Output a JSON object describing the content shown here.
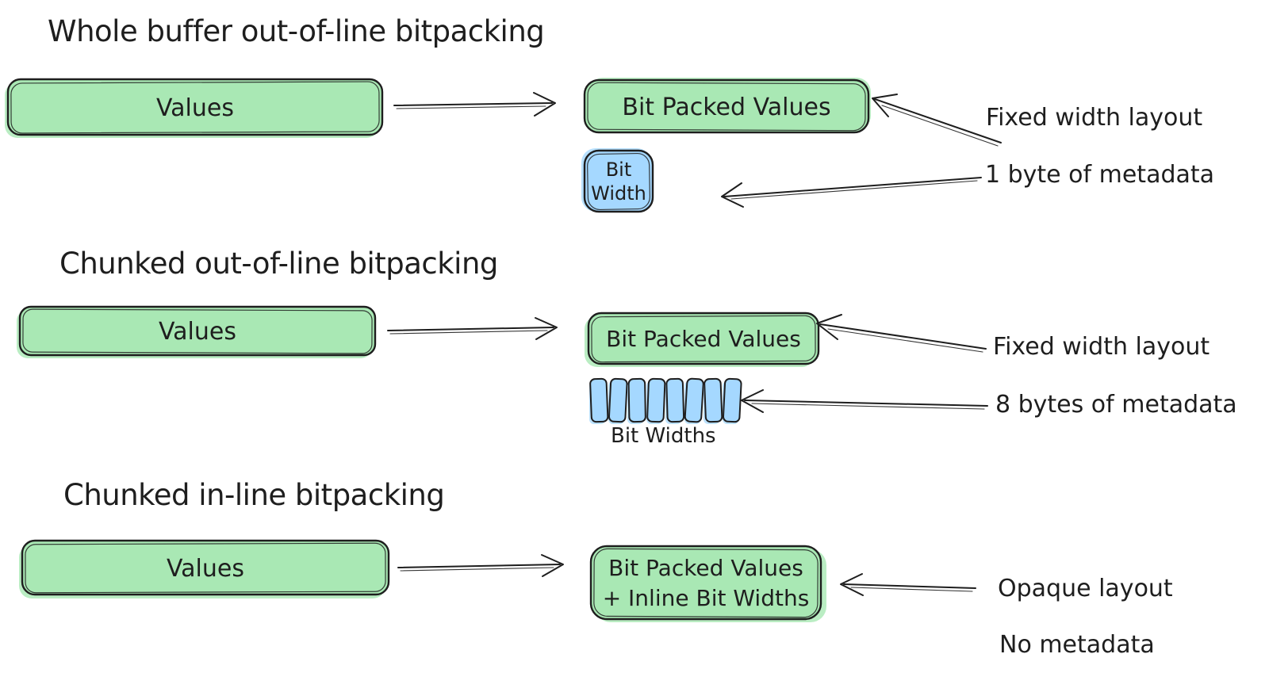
{
  "colors": {
    "green": "#a9e8b4",
    "blue": "#a5d8ff",
    "ink": "#1e1e1e",
    "background": "#ffffff"
  },
  "sections": [
    {
      "title": "Whole buffer out-of-line bitpacking",
      "source_box": "Values",
      "target_box": "Bit Packed Values",
      "metadata_box_lines": [
        "Bit",
        "Width"
      ],
      "annotations": [
        "Fixed width layout",
        "1 byte of metadata"
      ]
    },
    {
      "title": "Chunked out-of-line bitpacking",
      "source_box": "Values",
      "target_box": "Bit Packed Values",
      "metadata_chunks": {
        "count": 8,
        "label": "Bit Widths"
      },
      "annotations": [
        "Fixed width layout",
        "8 bytes of metadata"
      ]
    },
    {
      "title": "Chunked in-line bitpacking",
      "source_box": "Values",
      "target_box_lines": [
        "Bit Packed Values",
        "+ Inline Bit Widths"
      ],
      "annotations": [
        "Opaque layout",
        "No metadata"
      ]
    }
  ]
}
